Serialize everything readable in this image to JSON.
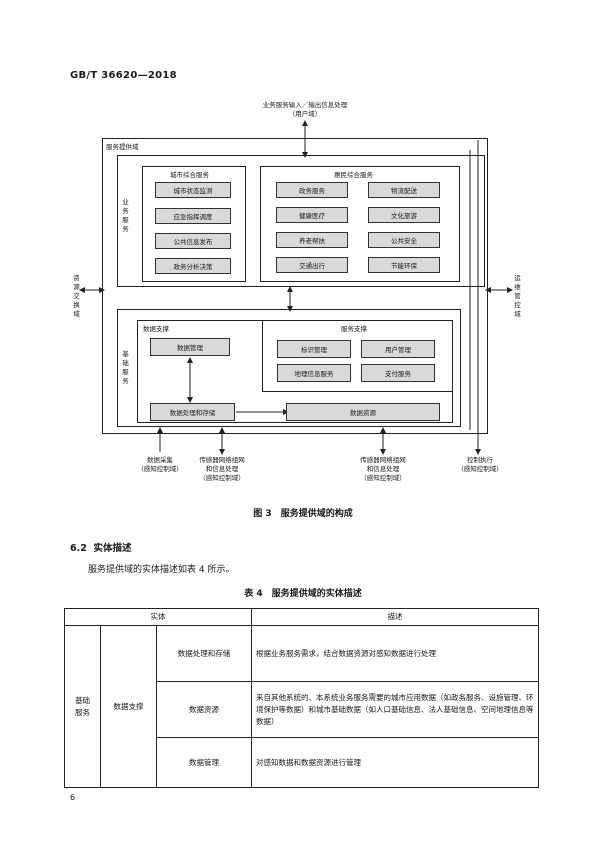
{
  "header": {
    "standard_code": "GB/T 36620—2018"
  },
  "figure": {
    "top_label": {
      "line1": "业务服务输入／输出信息处理",
      "line2": "（用户域）"
    },
    "domain_title": "服务提供域",
    "business_service_label": "业务服务",
    "city_service": {
      "title": "城市综合服务",
      "items": [
        "城市状态监测",
        "应急指挥调度",
        "公共信息发布",
        "政务分析决策"
      ]
    },
    "benefit_service": {
      "title": "惠民综合服务",
      "items": [
        "政务服务",
        "物流配送",
        "健康医疗",
        "文化旅游",
        "养老帮扶",
        "公共安全",
        "交通出行",
        "节能环保"
      ]
    },
    "left_side_label": "资源交换域",
    "right_side_label": "运维管控域",
    "foundation_label": "基础服务",
    "data_support": {
      "title": "数据支撑",
      "items": [
        "数据管理",
        "数据处理和存储",
        "数据资源"
      ]
    },
    "service_support": {
      "title": "服务支撑",
      "items": [
        "标识管理",
        "用户管理",
        "地理信息服务",
        "支付服务"
      ]
    },
    "bottom_labels": [
      {
        "line1": "数据采集",
        "line2": "（感知控制域）"
      },
      {
        "line1": "传感器网络组网",
        "line2": "和信息处理",
        "line3": "（感知控制域）"
      },
      {
        "line1": "传感器网络组网",
        "line2": "和信息处理",
        "line3": "（感知控制域）"
      },
      {
        "line1": "控制执行",
        "line2": "（感知控制域）"
      }
    ],
    "caption": "图 3　服务提供域的构成"
  },
  "section": {
    "number": "6.2",
    "title": "实体描述",
    "paragraph": "服务提供域的实体描述如表 4 所示。"
  },
  "table": {
    "caption": "表 4　服务提供域的实体描述",
    "headers": {
      "entity": "实体",
      "description": "描述"
    },
    "group": "基础服务",
    "subgroup": "数据支撑",
    "rows": [
      {
        "entity": "数据处理和存储",
        "description": "根据业务服务需求，结合数据资源对感知数据进行处理"
      },
      {
        "entity": "数据资源",
        "description": "来自其他系统的、本系统业务服务需要的城市应用数据（如政务服务、设施管理、环境保护等数据）和城市基础数据（如人口基础信息、法人基础信息、空间地理信息等数据）"
      },
      {
        "entity": "数据管理",
        "description": "对感知数据和数据资源进行管理"
      }
    ]
  },
  "footer": {
    "page_number": "6"
  }
}
